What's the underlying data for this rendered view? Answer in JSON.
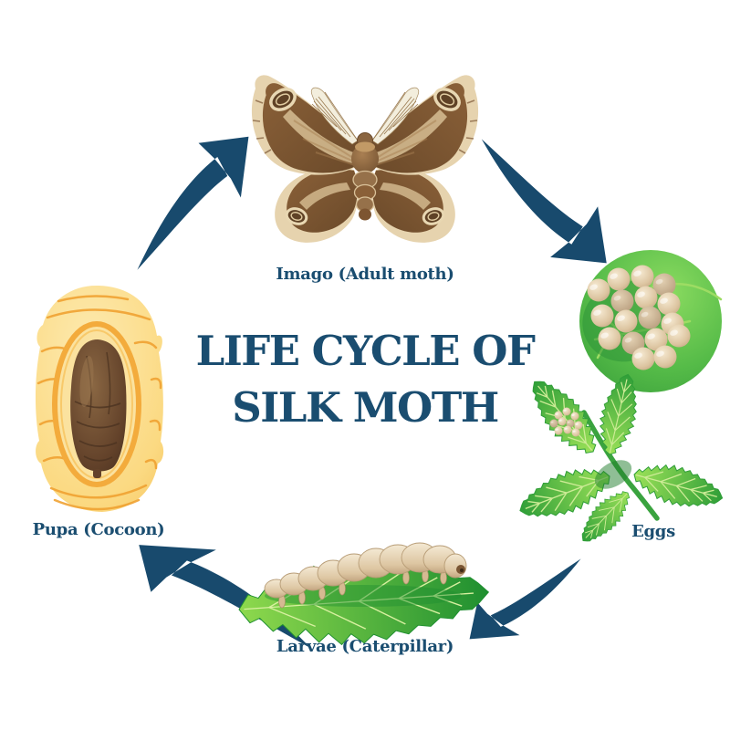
{
  "title": {
    "line1": "LIFE CYCLE OF",
    "line2": "SILK MOTH"
  },
  "stages": {
    "imago": {
      "label": "Imago (Adult moth)"
    },
    "eggs": {
      "label": "Eggs"
    },
    "larvae": {
      "label": "Larvae (Caterpillar)"
    },
    "pupa": {
      "label": "Pupa (Cocoon)"
    }
  },
  "icons": {
    "arrow_pupa_to_imago": "curved-arrow-up-right",
    "arrow_imago_to_eggs": "curved-arrow-down-right",
    "arrow_eggs_to_larvae": "curved-arrow-down-left",
    "arrow_larvae_to_pupa": "curved-arrow-up-left"
  },
  "colors": {
    "text_navy": "#1a4d70",
    "arrow_navy": "#184a6d",
    "leaf_green_light": "#8ed94d",
    "leaf_green_dark": "#2f9e38",
    "eggs_circle_green": "#4cb648",
    "egg_tan": "#dfc7a4",
    "cocoon_gold": "#f9cf72",
    "cocoon_thread_orange": "#f0a232",
    "pupa_brown": "#5f4226",
    "moth_brown": "#7d5a36",
    "moth_cream": "#e6d3ae"
  }
}
